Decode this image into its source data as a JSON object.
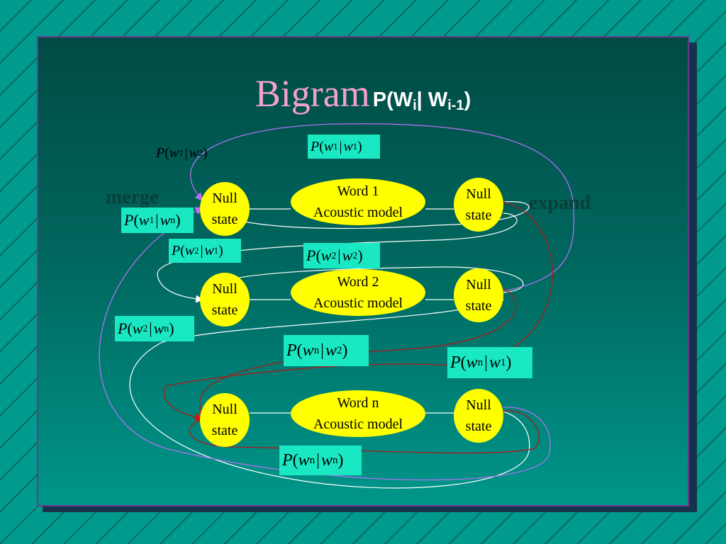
{
  "title": {
    "main": "Bigram",
    "formula": {
      "p": "P(W",
      "sub1": "i",
      "bar": "| W",
      "sub2": "i-1",
      "close": ")"
    }
  },
  "side_labels": {
    "merge": "merge",
    "expand": "expand"
  },
  "nodes": {
    "word1": {
      "line1": "Word 1",
      "line2": "Acoustic model"
    },
    "word2": {
      "line1": "Word 2",
      "line2": "Acoustic model"
    },
    "wordn": {
      "line1": "Word n",
      "line2": "Acoustic model"
    },
    "null_state": "Null\nstate"
  },
  "probabilities": [
    {
      "id": "p-w1-w2",
      "a": "w",
      "a_sub": "1",
      "b": "w",
      "b_sub": "2",
      "boxed": false
    },
    {
      "id": "p-w1-w1",
      "a": "w",
      "a_sub": "1",
      "b": "w",
      "b_sub": "1",
      "boxed": true
    },
    {
      "id": "p-w1-wn",
      "a": "w",
      "a_sub": "1",
      "b": "w",
      "b_sub": "n",
      "boxed": true
    },
    {
      "id": "p-w2-w1",
      "a": "w",
      "a_sub": "2",
      "b": "w",
      "b_sub": "1",
      "boxed": true
    },
    {
      "id": "p-w2-w2",
      "a": "w",
      "a_sub": "2",
      "b": "w",
      "b_sub": "2",
      "boxed": true
    },
    {
      "id": "p-w2-wn",
      "a": "w",
      "a_sub": "2",
      "b": "w",
      "b_sub": "n",
      "boxed": true
    },
    {
      "id": "p-wn-w2",
      "a": "w",
      "a_sub": "n",
      "b": "w",
      "b_sub": "2",
      "boxed": true
    },
    {
      "id": "p-wn-w1",
      "a": "w",
      "a_sub": "n",
      "b": "w",
      "b_sub": "1",
      "boxed": true
    },
    {
      "id": "p-wn-wn",
      "a": "w",
      "a_sub": "n",
      "b": "w",
      "b_sub": "n",
      "boxed": true
    }
  ],
  "colors": {
    "node_fill": "#ffff00",
    "label_box": "#19e8c3",
    "edge_white": "#ffffff",
    "edge_purple": "#b070f0",
    "edge_red": "#b01818",
    "title_pink": "#f3a2cd"
  }
}
